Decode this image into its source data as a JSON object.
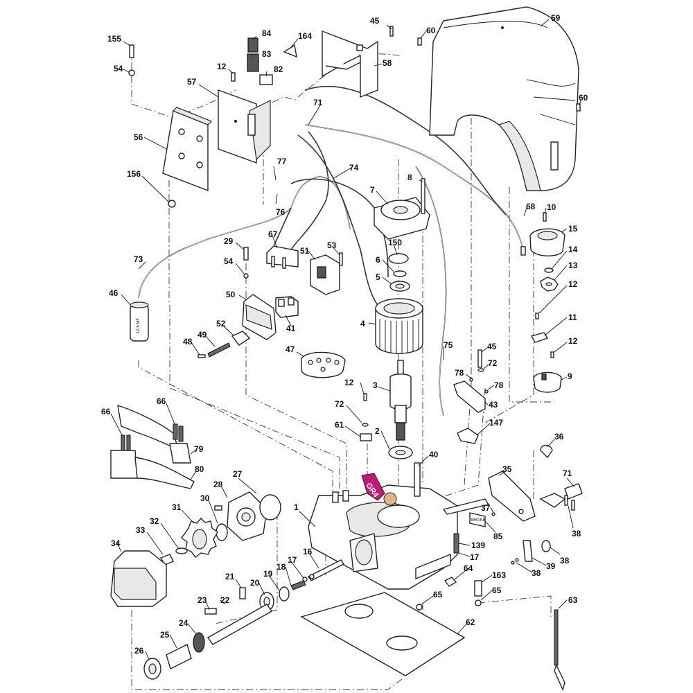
{
  "labels": {
    "l155": "155",
    "l54a": "54",
    "l84": "84",
    "l164": "164",
    "l45a": "45",
    "l60a": "60",
    "l59": "59",
    "l83": "83",
    "l12a": "12",
    "l82": "82",
    "l58": "58",
    "l57": "57",
    "l60b": "60",
    "l71a": "71",
    "l56": "56",
    "l77": "77",
    "l74": "74",
    "l156": "156",
    "l76": "76",
    "l8": "8",
    "l7": "7",
    "l68": "68",
    "l10": "10",
    "l15": "15",
    "l67": "67",
    "l150": "150",
    "l29": "29",
    "l51": "51",
    "l53": "53",
    "l14": "14",
    "l73": "73",
    "l54b": "54",
    "l6": "6",
    "l13": "13",
    "l5": "5",
    "l12b": "12",
    "l46": "46",
    "l50": "50",
    "l11": "11",
    "l4": "4",
    "l52": "52",
    "l41": "41",
    "l49": "49",
    "l48": "48",
    "l47": "47",
    "l75": "75",
    "l45b": "45",
    "l12c": "12",
    "l72a": "72",
    "l78a": "78",
    "l9": "9",
    "l12d": "12",
    "l3": "3",
    "l78b": "78",
    "l43": "43",
    "l72b": "72",
    "l66a": "66",
    "l66b": "66",
    "l61": "61",
    "l147": "147",
    "l36": "36",
    "l2": "2",
    "l79": "79",
    "l40": "40",
    "l80": "80",
    "l35": "35",
    "l71b": "71",
    "l27": "27",
    "l28": "28",
    "l1": "1",
    "l30": "30",
    "l31": "31",
    "l37": "37",
    "l32": "32",
    "l85": "85",
    "l38a": "38",
    "l34": "34",
    "l33": "33",
    "l139": "139",
    "l38b": "38",
    "l16": "16",
    "l17a": "17",
    "l17b": "17",
    "l39": "39",
    "l38c": "38",
    "l21": "21",
    "l18": "18",
    "l64": "64",
    "l19": "19",
    "l163": "163",
    "l20": "20",
    "l65a": "65",
    "l65b": "65",
    "l23": "23",
    "l22": "22",
    "l63": "63",
    "l24": "24",
    "l62": "62",
    "l25": "25",
    "l26": "26"
  },
  "tag": {
    "text": "GR4",
    "color": "#c2187a"
  },
  "markings": {
    "capacitor": "12,5 MF",
    "plate": "BRAKE"
  },
  "colors": {
    "ink": "#222222",
    "background": "#ffffff",
    "highlight": "#c2187a"
  }
}
